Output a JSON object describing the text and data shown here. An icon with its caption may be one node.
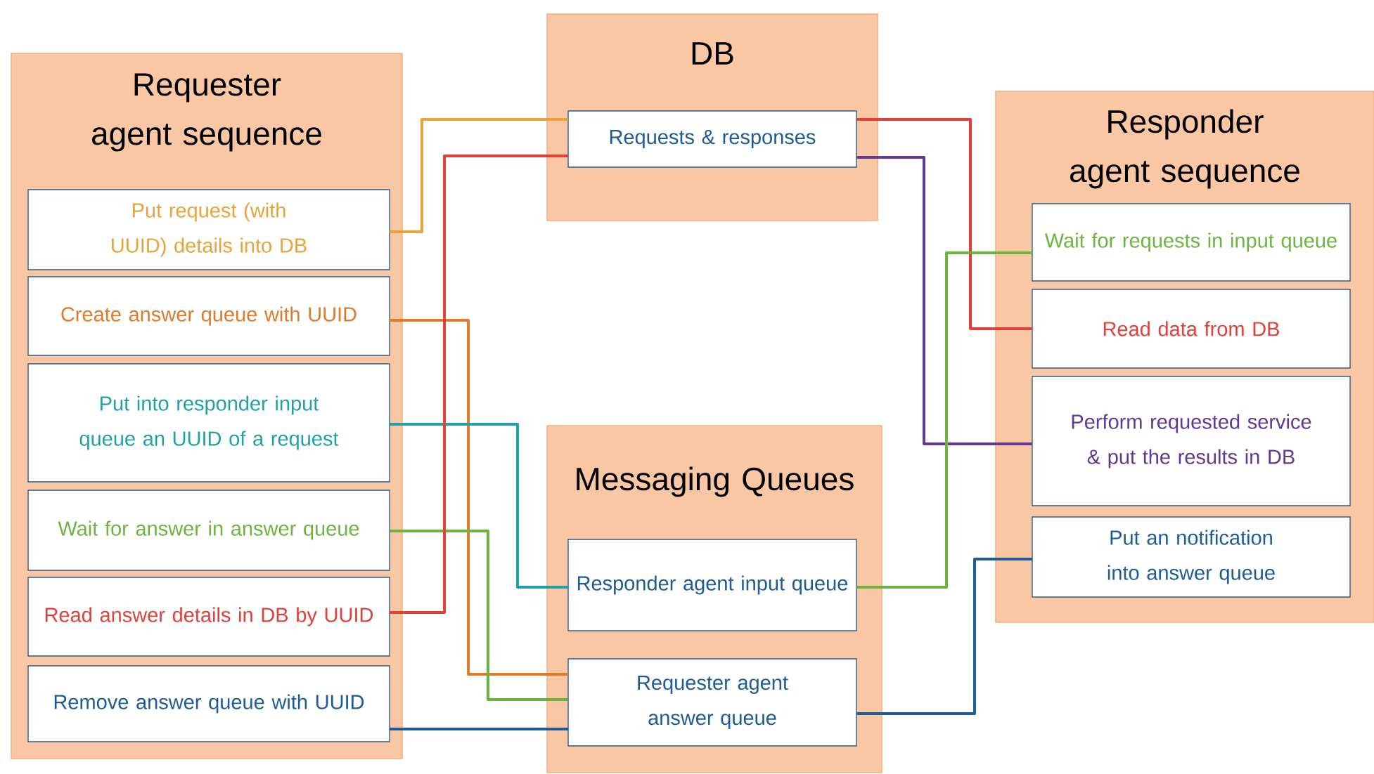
{
  "diagram": {
    "nodes": [
      {
        "text": [
          "Requester agent sequence"
        ]
      },
      {
        "text": [
          "Put request (with UUID) details into DB"
        ],
        "in": 0
      },
      {
        "text": [
          "Create answer queue with UUID"
        ],
        "in": 0
      },
      {
        "text": [
          "Put into responder input queue an UUID of a request"
        ],
        "in": 0
      },
      {
        "text": [
          "Wait for answer in answer queue"
        ],
        "in": 0
      },
      {
        "text": [
          "Read answer details in DB by UUID"
        ],
        "in": 0
      },
      {
        "text": [
          "Remove answer queue with UUID"
        ],
        "in": 0
      },
      {
        "text": [
          "DB"
        ]
      },
      {
        "text": [
          "Requests & responses"
        ],
        "in": 7
      },
      {
        "text": [
          "Messaging Queues"
        ]
      },
      {
        "text": [
          "Responder agent input queue"
        ],
        "in": 9
      },
      {
        "text": [
          "Requester agent answer queue"
        ],
        "in": 9
      },
      {
        "text": [
          "Responder agent sequence"
        ]
      },
      {
        "text": [
          "Wait for requests in input queue"
        ],
        "in": 12
      },
      {
        "text": [
          "Read data from DB"
        ],
        "in": 12
      },
      {
        "text": [
          "Perform requested service & put the results in DB"
        ],
        "in": 12
      },
      {
        "text": [
          "Put an notification into answer queue"
        ],
        "in": 12
      }
    ],
    "edges": [
      {
        "from": 1,
        "to": 8,
        "arrow": "none",
        "color": "#e8a33a"
      },
      {
        "from": 2,
        "to": 11,
        "arrow": "none",
        "color": "#e07a28"
      },
      {
        "from": 3,
        "to": 10,
        "arrow": "none",
        "color": "#22a0a8"
      },
      {
        "from": 4,
        "to": 11,
        "arrow": "none",
        "color": "#6db33f"
      },
      {
        "from": 5,
        "to": 8,
        "arrow": "none",
        "color": "#e0403a"
      },
      {
        "from": 6,
        "to": 11,
        "arrow": "none",
        "color": "#1f5c96"
      },
      {
        "from": 8,
        "to": 14,
        "arrow": "none",
        "color": "#e0403a"
      },
      {
        "from": 8,
        "to": 15,
        "arrow": "none",
        "color": "#5e3a96"
      },
      {
        "from": 10,
        "to": 13,
        "arrow": "none",
        "color": "#6db33f"
      },
      {
        "from": 11,
        "to": 16,
        "arrow": "none",
        "color": "#1f5c96"
      }
    ]
  }
}
